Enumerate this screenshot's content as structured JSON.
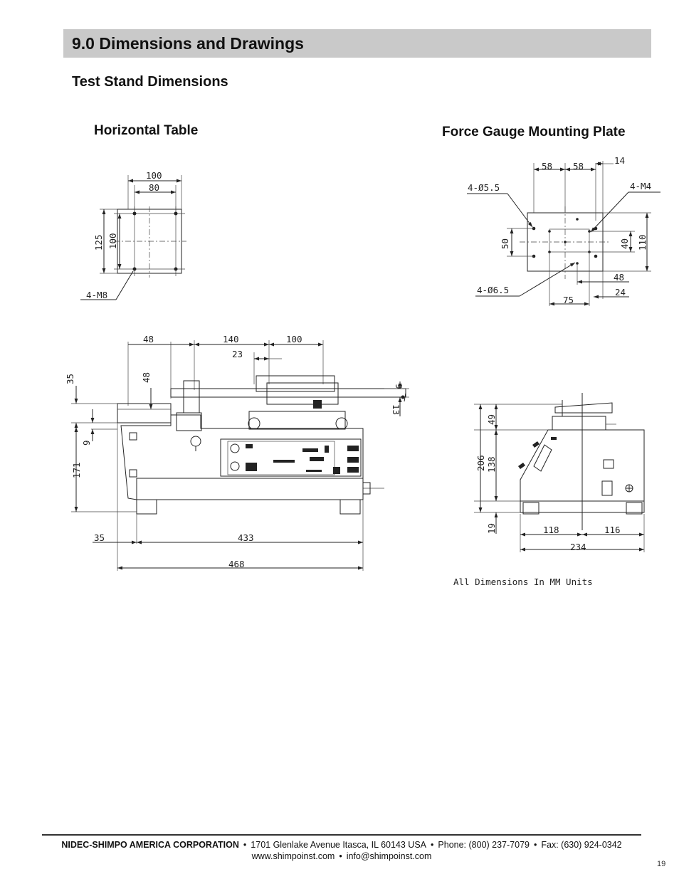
{
  "section": {
    "title": "9.0 Dimensions and Drawings"
  },
  "subsection": {
    "title": "Test Stand Dimensions"
  },
  "drawings": {
    "horizontal_table": {
      "title": "Horizontal Table",
      "labels": {
        "width_outer": "100",
        "width_inner": "80",
        "height_outer": "125",
        "height_inner": "100",
        "holes": "4-M8"
      }
    },
    "mounting_plate": {
      "title": "Force Gauge Mounting Plate",
      "labels": {
        "top_left": "58",
        "top_mid": "58",
        "top_right": "14",
        "holes_55": "4-Ø5.5",
        "holes_m4": "4-M4",
        "left_50": "50",
        "right_40": "40",
        "right_110": "110",
        "holes_65": "4-Ø6.5",
        "bottom_48": "48",
        "bottom_24": "24",
        "bottom_75": "75"
      }
    },
    "side_view": {
      "labels": {
        "top_48": "48",
        "top_140": "140",
        "top_100": "100",
        "top_23": "23",
        "left_35": "35",
        "left_48": "48",
        "right_9": "9",
        "right_13": "13",
        "left_9": "9",
        "left_171": "171",
        "bottom_35": "35",
        "bottom_433": "433",
        "bottom_468": "468"
      }
    },
    "end_view": {
      "labels": {
        "left_49": "49",
        "left_206": "206",
        "left_138": "138",
        "left_19": "19",
        "bottom_118": "118",
        "bottom_116": "116",
        "bottom_234": "234"
      }
    },
    "units_note": "All Dimensions In MM Units"
  },
  "footer": {
    "company": "NIDEC-SHIMPO AMERICA CORPORATION",
    "address": "1701 Glenlake Avenue  Itasca, IL 60143 USA",
    "phone": "Phone: (800) 237-7079",
    "fax": "Fax: (630) 924-0342",
    "website": "www.shimpoinst.com",
    "email": "info@shimpoinst.com",
    "separator": "•"
  },
  "page_number": "19"
}
